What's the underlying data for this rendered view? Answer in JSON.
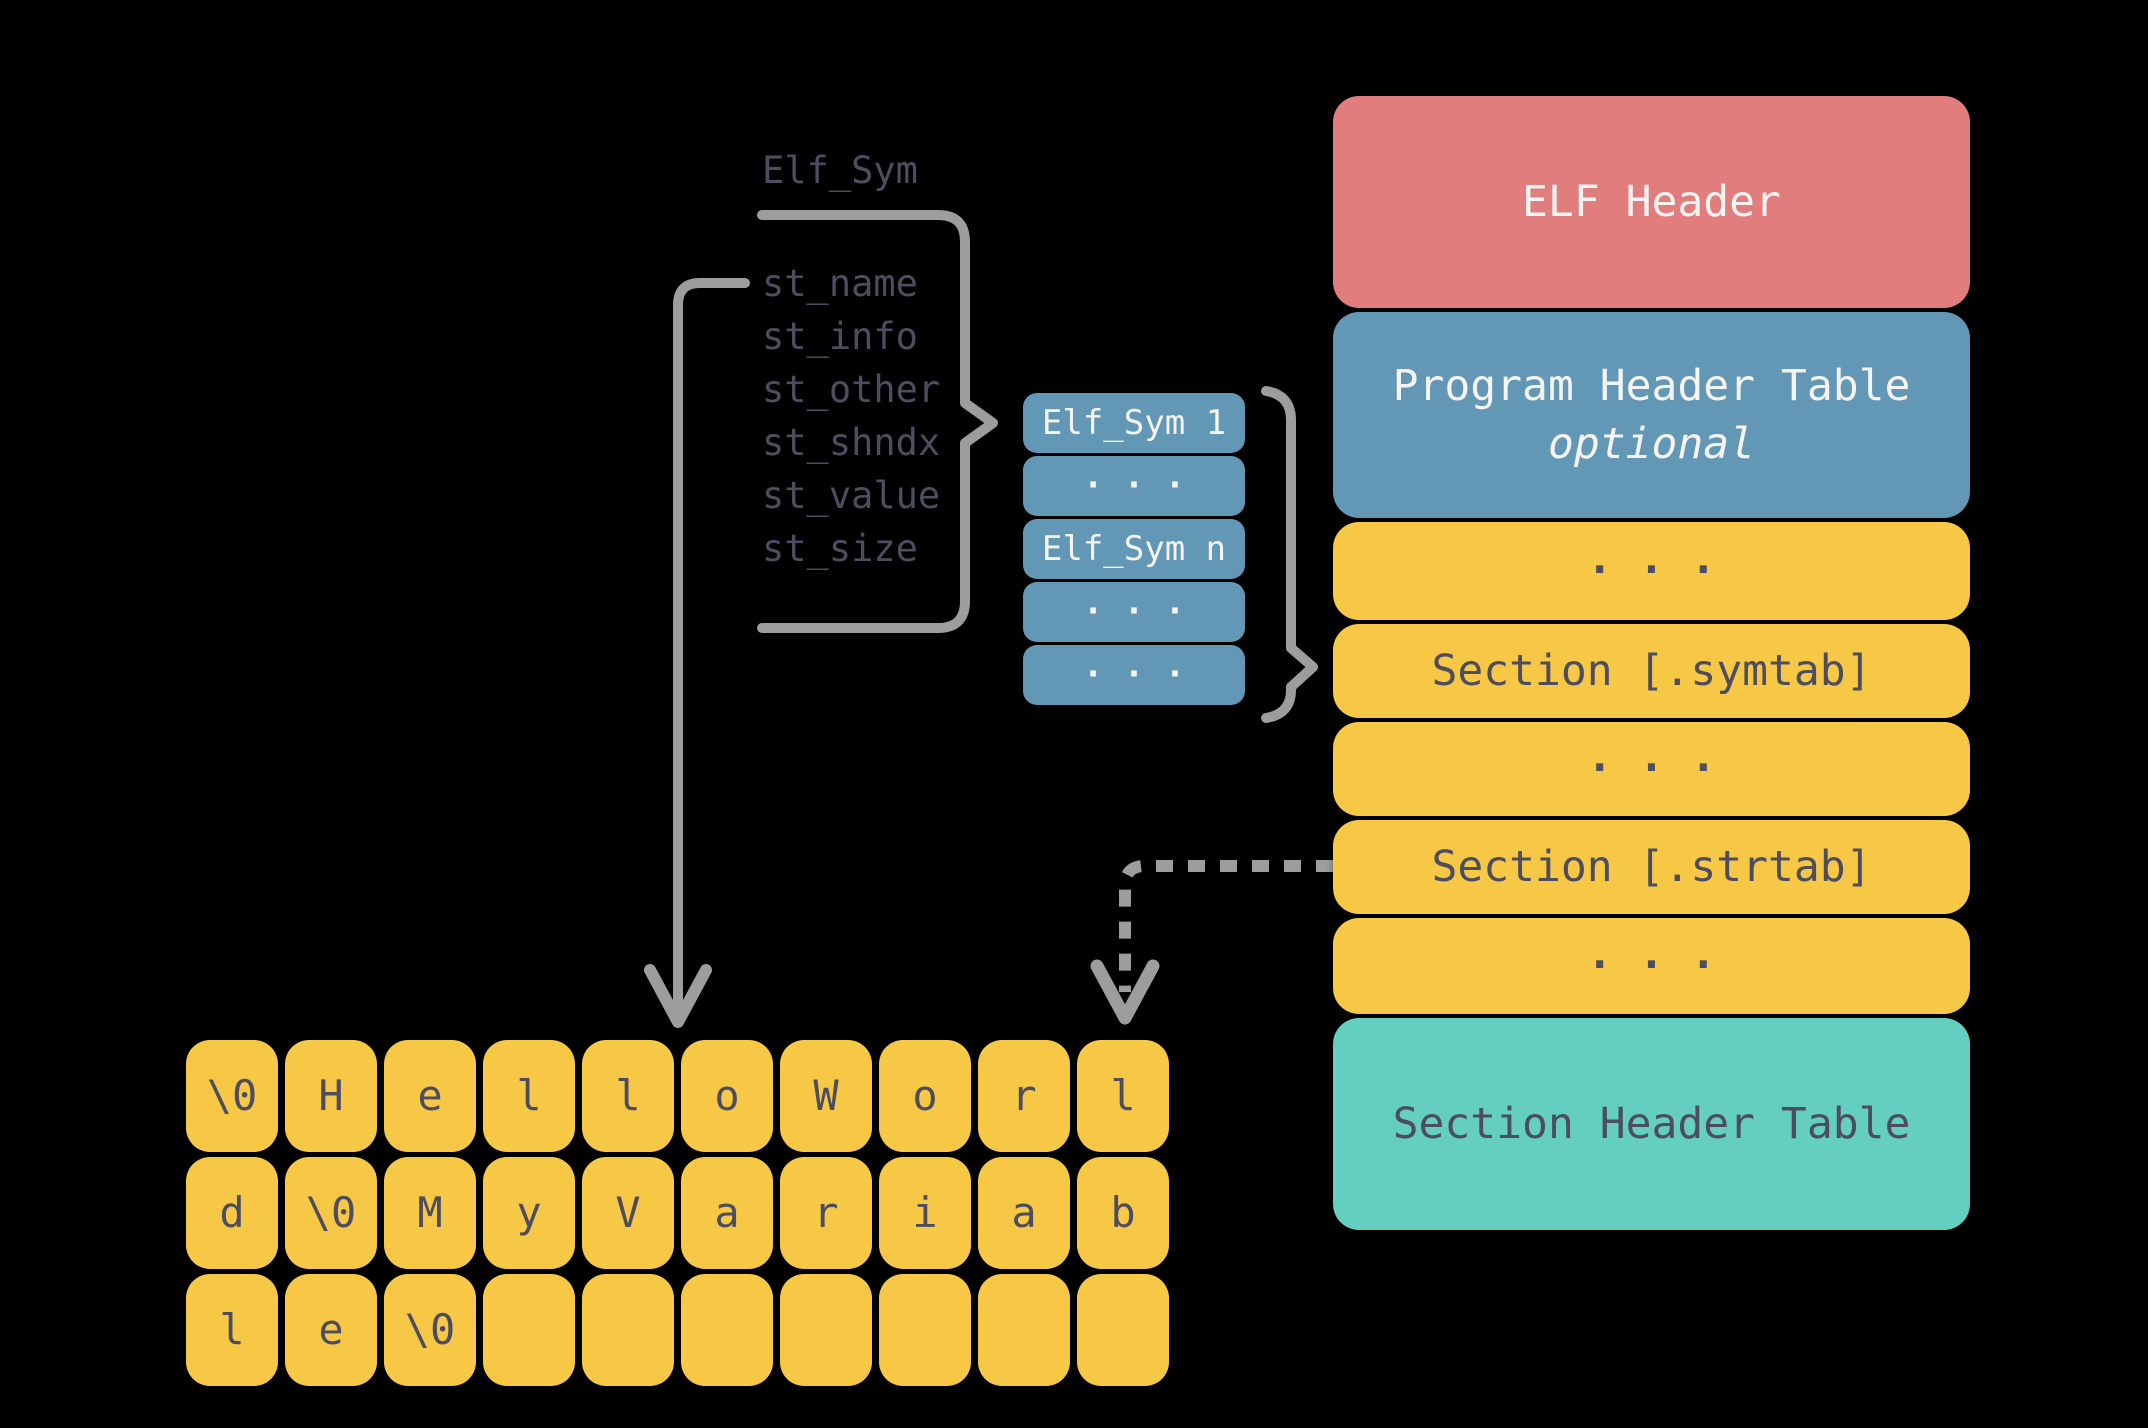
{
  "struct": {
    "title": "Elf_Sym",
    "fields": [
      "st_name",
      "st_info",
      "st_other",
      "st_shndx",
      "st_value",
      "st_size"
    ]
  },
  "symtab_stack": {
    "items": [
      {
        "label": "Elf_Sym 1"
      },
      {
        "label": ". . ."
      },
      {
        "label": "Elf_Sym n"
      },
      {
        "label": ". . ."
      },
      {
        "label": ". . ."
      }
    ]
  },
  "file_layout": {
    "boxes": [
      {
        "label": "ELF Header"
      },
      {
        "label": "Program Header Table",
        "sublabel": "optional"
      },
      {
        "label": ". . ."
      },
      {
        "label": "Section [.symtab]"
      },
      {
        "label": ". . ."
      },
      {
        "label": "Section [.strtab]"
      },
      {
        "label": ". . ."
      },
      {
        "label": "Section Header Table"
      }
    ]
  },
  "string_table": {
    "rows": [
      [
        "\\0",
        "H",
        "e",
        "l",
        "l",
        "o",
        "W",
        "o",
        "r",
        "l"
      ],
      [
        "d",
        "\\0",
        "M",
        "y",
        "V",
        "a",
        "r",
        "i",
        "a",
        "b"
      ],
      [
        "l",
        "e",
        "\\0",
        "",
        "",
        "",
        "",
        "",
        "",
        ""
      ]
    ]
  },
  "colors": {
    "background": "#000000",
    "elf_header": "#e27d7d",
    "program_header": "#6297b5",
    "section_yellow": "#f7c846",
    "section_header_table": "#64cfc0",
    "dark_text": "#4d4d5f",
    "light_text": "#f5f4f2",
    "wire_gray": "#9d9d9d"
  }
}
